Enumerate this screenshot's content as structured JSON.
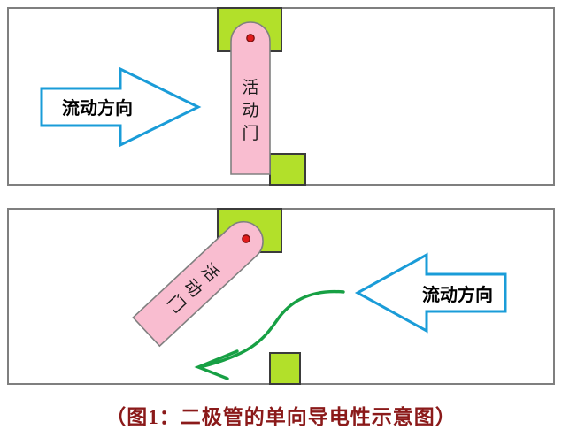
{
  "figure": {
    "caption": "（图1：二极管的单向导电性示意图）",
    "caption_color": "#8b1a1a"
  },
  "colors": {
    "pipe_border": "#7f7f7f",
    "pipe_fill": "#ffffff",
    "block_fill": "#b2e02a",
    "block_border": "#3b3b3b",
    "door_fill": "#f9bdd0",
    "door_border": "#808080",
    "pivot_fill": "#e01b1b",
    "pivot_border": "#7a0f0f",
    "flow_arrow_outline": "#1a9cd8",
    "flow_curve": "#17a044",
    "label_text": "#000000"
  },
  "panels": [
    {
      "id": "closed-state",
      "name": "pipe-panel-closed",
      "flow_arrow": {
        "label": "流动方向",
        "direction": "right"
      },
      "door": {
        "label": "活动门",
        "state": "closed",
        "angle_deg": 0
      },
      "blocks": [
        {
          "name": "upper-stop-block"
        },
        {
          "name": "lower-stop-block"
        }
      ]
    },
    {
      "id": "open-state",
      "name": "pipe-panel-open",
      "flow_arrow": {
        "label": "流动方向",
        "direction": "left"
      },
      "door": {
        "label": "活动门",
        "state": "open",
        "angle_deg": 45
      },
      "flow_curve": {
        "name": "flow-path-curve",
        "direction": "down-left"
      },
      "blocks": [
        {
          "name": "upper-stop-block"
        },
        {
          "name": "lower-stop-block"
        }
      ]
    }
  ]
}
